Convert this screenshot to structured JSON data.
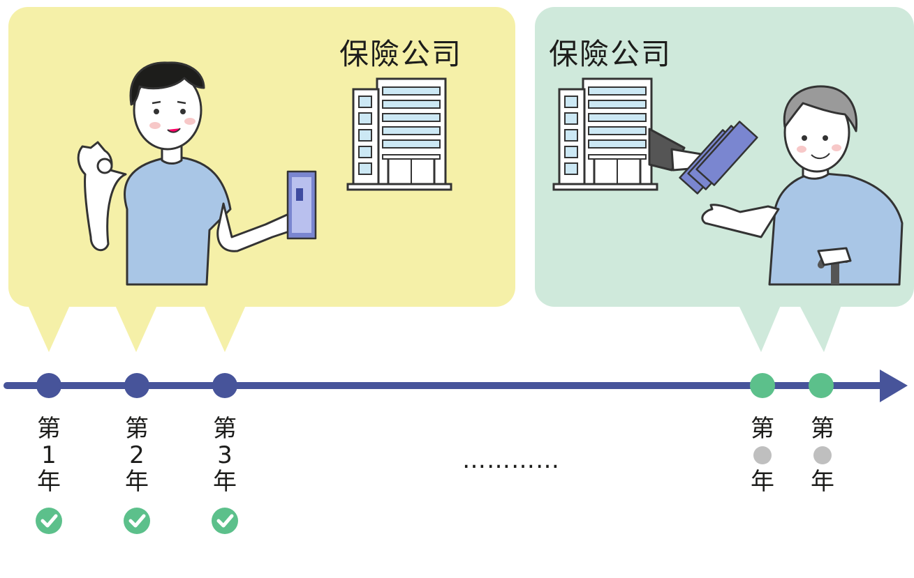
{
  "colors": {
    "yellow_panel": "#f5f0a8",
    "green_panel": "#cfe9db",
    "timeline": "#47549a",
    "paid_dot": "#47549a",
    "future_dot": "#5cc08b",
    "check": "#5cc08b",
    "gray_dot": "#bfbfbf"
  },
  "panels": {
    "left": {
      "company_label": "保險公司"
    },
    "right": {
      "company_label": "保險公司"
    }
  },
  "timeline": {
    "paid_years": [
      {
        "prefix": "第",
        "number": "1",
        "suffix": "年",
        "status": "paid"
      },
      {
        "prefix": "第",
        "number": "2",
        "suffix": "年",
        "status": "paid"
      },
      {
        "prefix": "第",
        "number": "3",
        "suffix": "年",
        "status": "paid"
      }
    ],
    "ellipsis": "…………",
    "future_years": [
      {
        "prefix": "第",
        "suffix": "年",
        "status": "future"
      },
      {
        "prefix": "第",
        "suffix": "年",
        "status": "future"
      }
    ]
  }
}
